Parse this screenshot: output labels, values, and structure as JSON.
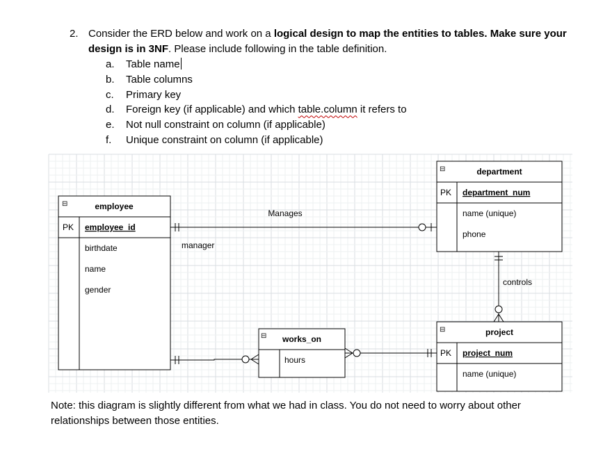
{
  "question": {
    "number": "2.",
    "text_a": "Consider the ERD below and work on a ",
    "text_bold1": "logical design to map the entities to tables. Make sure your design is in 3NF",
    "text_b": ". Please include following in the table definition.",
    "items": [
      {
        "label": "a.",
        "text": "Table name"
      },
      {
        "label": "b.",
        "text": "Table columns"
      },
      {
        "label": "c.",
        "text": "Primary key"
      },
      {
        "label": "d.",
        "text_before": "Foreign key (if applicable) and which ",
        "text_squiggle": "table.column",
        "text_after": " it refers to"
      },
      {
        "label": "e.",
        "text": "Not null constraint on column (if applicable)"
      },
      {
        "label": "f.",
        "text": "Unique constraint on column (if applicable)"
      }
    ]
  },
  "erd": {
    "collapse_symbol": "⊟",
    "entities": {
      "employee": {
        "name": "employee",
        "pk_label": "PK",
        "pk": "employee_id",
        "attributes": [
          "birthdate",
          "name",
          "gender"
        ]
      },
      "department": {
        "name": "department",
        "pk_label": "PK",
        "pk": "department_num",
        "attributes": [
          "name (unique)",
          "phone"
        ]
      },
      "project": {
        "name": "project",
        "pk_label": "PK",
        "pk": "project_num",
        "attributes": [
          "name (unique)"
        ]
      },
      "works_on": {
        "name": "works_on",
        "attributes": [
          "hours"
        ]
      }
    },
    "relationships": {
      "manages": "Manages",
      "manager_role": "manager",
      "controls": "controls"
    }
  },
  "note": "Note: this diagram is slightly different from what we had in class. You do not need to worry about other relationships between those entities.",
  "colors": {
    "grid_major": "#d9dde2",
    "grid_minor": "#eef0f2",
    "line": "#000000",
    "text": "#1a1a1a"
  }
}
